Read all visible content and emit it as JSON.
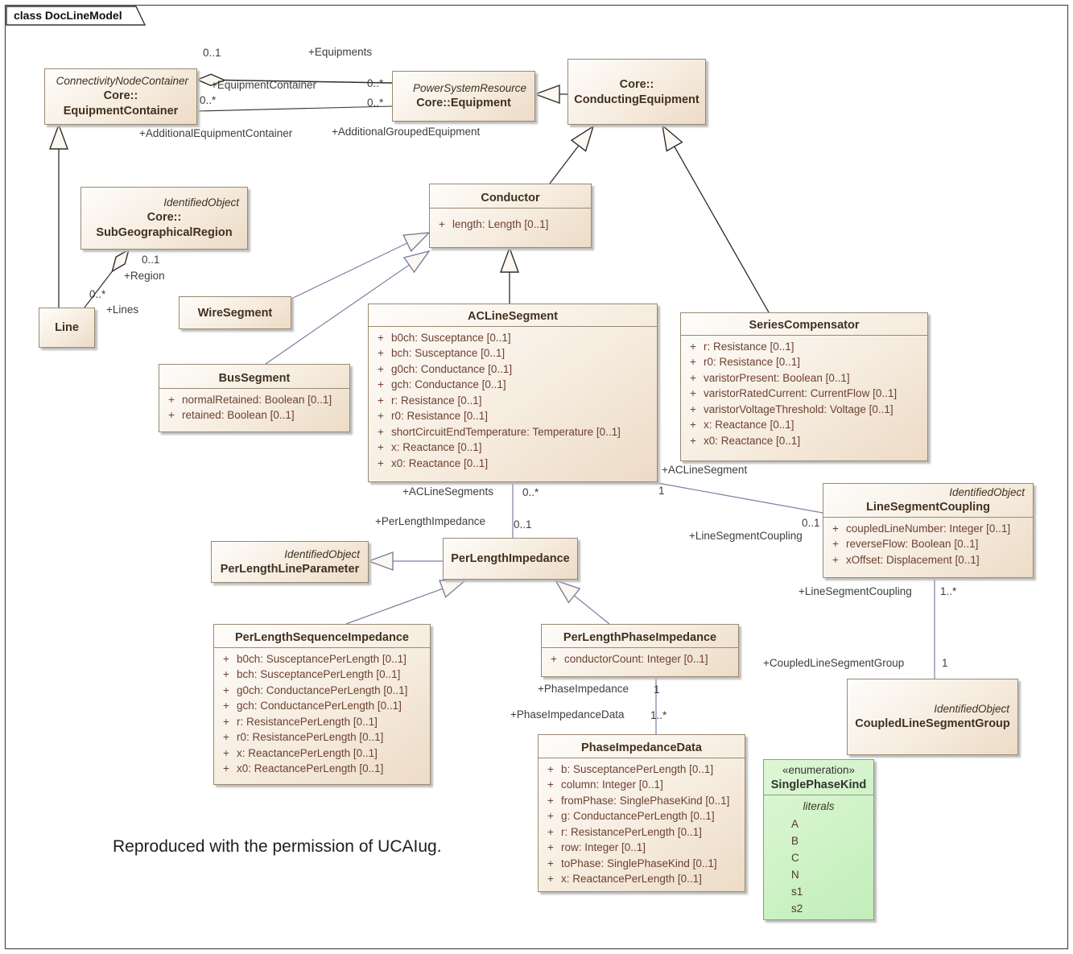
{
  "frame": {
    "title": "class DocLineModel"
  },
  "ui": {
    "visibility_public": "+"
  },
  "caption": "Reproduced with the permission of UCAIug.",
  "colors": {
    "class_fill_light": "#fefdfb",
    "class_fill_mid": "#f6ecdf",
    "class_fill_dark": "#ecdbc6",
    "class_border": "#998a71",
    "enum_fill_light": "#def7d6",
    "enum_fill_dark": "#c2eeb9",
    "enum_border": "#85a07c",
    "edge_black": "#2e2e2e",
    "edge_blue_gray": "#7d7da0",
    "text_title": "#42301f",
    "text_attr": "#6d4130",
    "label_color": "#3d3d3d"
  },
  "classes": {
    "equipmentContainer": {
      "stereotype": "ConnectivityNodeContainer",
      "name": "Core::\nEquipmentContainer",
      "attributes": []
    },
    "equipment": {
      "stereotype": "PowerSystemResource",
      "name": "Core::Equipment",
      "attributes": []
    },
    "conductingEquipment": {
      "name": "Core::\nConductingEquipment",
      "attributes": []
    },
    "subGeographicalRegion": {
      "stereotype": "IdentifiedObject",
      "name": "Core::\nSubGeographicalRegion",
      "attributes": []
    },
    "line": {
      "name": "Line",
      "attributes": []
    },
    "wireSegment": {
      "name": "WireSegment",
      "attributes": []
    },
    "conductor": {
      "name": "Conductor",
      "attributes": [
        "length: Length [0..1]"
      ]
    },
    "busSegment": {
      "name": "BusSegment",
      "attributes": [
        "normalRetained: Boolean [0..1]",
        "retained: Boolean [0..1]"
      ]
    },
    "acLineSegment": {
      "name": "ACLineSegment",
      "attributes": [
        "b0ch: Susceptance [0..1]",
        "bch: Susceptance [0..1]",
        "g0ch: Conductance [0..1]",
        "gch: Conductance [0..1]",
        "r: Resistance [0..1]",
        "r0: Resistance [0..1]",
        "shortCircuitEndTemperature: Temperature [0..1]",
        "x: Reactance [0..1]",
        "x0: Reactance [0..1]"
      ]
    },
    "seriesCompensator": {
      "name": "SeriesCompensator",
      "attributes": [
        "r: Resistance [0..1]",
        "r0: Resistance [0..1]",
        "varistorPresent: Boolean [0..1]",
        "varistorRatedCurrent: CurrentFlow [0..1]",
        "varistorVoltageThreshold: Voltage [0..1]",
        "x: Reactance [0..1]",
        "x0: Reactance [0..1]"
      ]
    },
    "lineSegmentCoupling": {
      "stereotype": "IdentifiedObject",
      "name": "LineSegmentCoupling",
      "attributes": [
        "coupledLineNumber: Integer [0..1]",
        "reverseFlow: Boolean [0..1]",
        "xOffset: Displacement [0..1]"
      ]
    },
    "perLengthLineParameter": {
      "stereotype": "IdentifiedObject",
      "name": "PerLengthLineParameter",
      "attributes": []
    },
    "perLengthImpedance": {
      "name": "PerLengthImpedance",
      "attributes": []
    },
    "perLengthSequenceImpedance": {
      "name": "PerLengthSequenceImpedance",
      "attributes": [
        "b0ch: SusceptancePerLength [0..1]",
        "bch: SusceptancePerLength [0..1]",
        "g0ch: ConductancePerLength [0..1]",
        "gch: ConductancePerLength [0..1]",
        "r: ResistancePerLength [0..1]",
        "r0: ResistancePerLength [0..1]",
        "x: ReactancePerLength [0..1]",
        "x0: ReactancePerLength [0..1]"
      ]
    },
    "perLengthPhaseImpedance": {
      "name": "PerLengthPhaseImpedance",
      "attributes": [
        "conductorCount: Integer [0..1]"
      ]
    },
    "phaseImpedanceData": {
      "name": "PhaseImpedanceData",
      "attributes": [
        "b: SusceptancePerLength [0..1]",
        "column: Integer [0..1]",
        "fromPhase: SinglePhaseKind [0..1]",
        "g: ConductancePerLength [0..1]",
        "r: ResistancePerLength [0..1]",
        "row: Integer [0..1]",
        "toPhase: SinglePhaseKind [0..1]",
        "x: ReactancePerLength [0..1]"
      ]
    },
    "coupledLineSegmentGroup": {
      "stereotype": "IdentifiedObject",
      "name": "CoupledLineSegmentGroup",
      "attributes": []
    }
  },
  "enums": {
    "singlePhaseKind": {
      "stereotype": "«enumeration»",
      "name": "SinglePhaseKind",
      "literals_label": "literals",
      "literals": [
        "A",
        "B",
        "C",
        "N",
        "s1",
        "s2"
      ]
    }
  },
  "labels": {
    "agg_equipments_src_mult": "0..1",
    "agg_equipments_role": "+Equipments",
    "assoc_equipment_container_role": "+EquipmentContainer",
    "agg_equipments_tgt_mult": "0..*",
    "assoc_additional_src_mult": "0..*",
    "assoc_additional_tgt_mult": "0..*",
    "assoc_additional_container_role": "+AdditionalEquipmentContainer",
    "assoc_additional_grouped_role": "+AdditionalGroupedEquipment",
    "agg_region_mult": "0..1",
    "agg_region_role": "+Region",
    "agg_lines_mult": "0..*",
    "agg_lines_role": "+Lines",
    "assoc_aclinesegments_role": "+ACLineSegments",
    "assoc_aclinesegments_mult": "0..*",
    "assoc_perlengthimpedance_role": "+PerLengthImpedance",
    "assoc_perlengthimpedance_mult": "0..1",
    "assoc_aclinesegment_role": "+ACLineSegment",
    "assoc_aclinesegment_mult": "1",
    "assoc_linesegmentcoupling_mult": "0..1",
    "assoc_linesegmentcoupling_role": "+LineSegmentCoupling",
    "assoc_lsc_group_role": "+LineSegmentCoupling",
    "assoc_lsc_group_mult": "1..*",
    "assoc_coupledgroup_role": "+CoupledLineSegmentGroup",
    "assoc_coupledgroup_mult": "1",
    "assoc_phaseimpedance_role": "+PhaseImpedance",
    "assoc_phaseimpedance_mult": "1",
    "assoc_phaseimpedancedata_role": "+PhaseImpedanceData",
    "assoc_phaseimpedancedata_mult": "1..*"
  }
}
